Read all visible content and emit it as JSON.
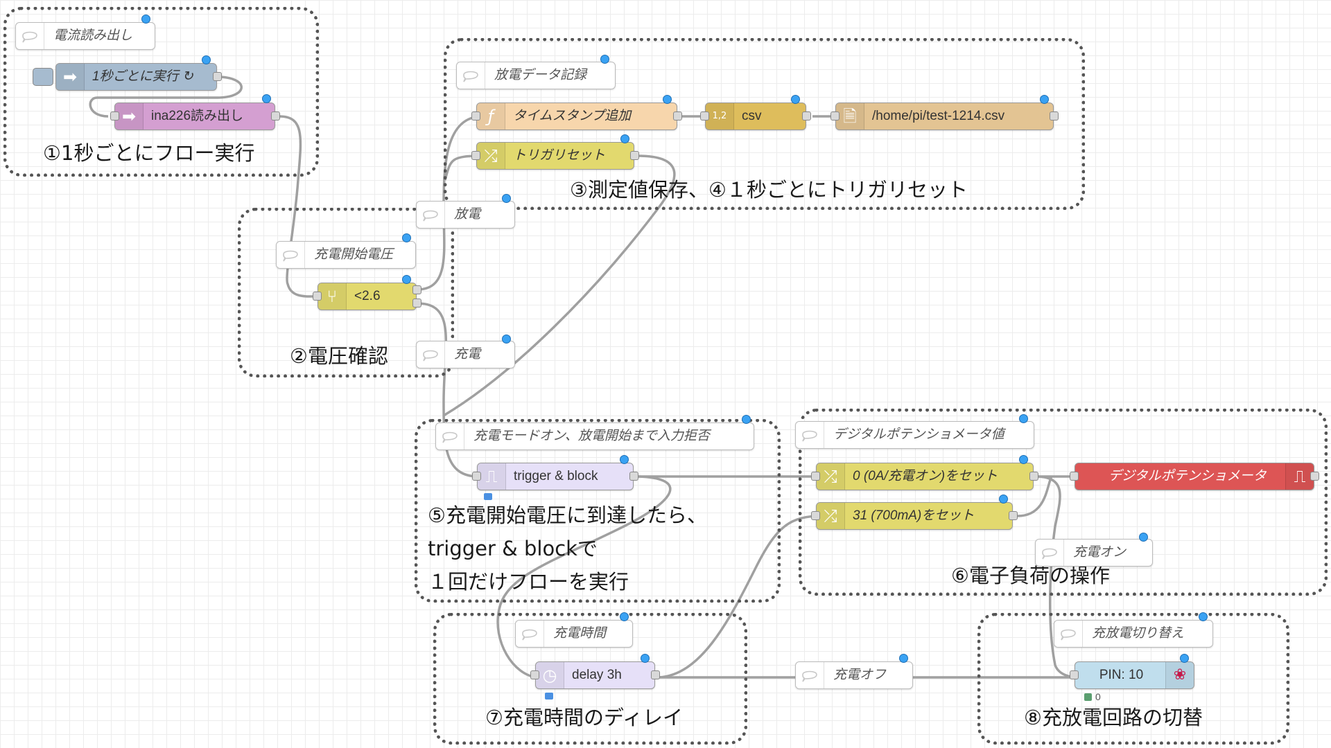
{
  "groups": {
    "g1": "①1秒ごとにフロー実行",
    "g2": "②電圧確認",
    "g3": "③測定値保存、④１秒ごとにトリガリセット",
    "g5_lines": [
      "⑤充電開始電圧に到達したら、",
      "trigger & blockで",
      "１回だけフローを実行"
    ],
    "g6": "⑥電子負荷の操作",
    "g7": "⑦充電時間のディレイ",
    "g8": "⑧充放電回路の切替"
  },
  "nodes": {
    "c_read": "電流読み出し",
    "inject": "1秒ごとに実行 ↻",
    "ina226": "ina226読み出し",
    "c_charge_start_v": "充電開始電圧",
    "switch": "<2.6",
    "c_discharge": "放電",
    "c_charge": "充電",
    "c_discharge_log": "放電データ記録",
    "timestamp": "タイムスタンプ追加",
    "csv": "csv",
    "file": "/home/pi/test-1214.csv",
    "trigger_reset": "トリガリセット",
    "c_mode_on": "充電モードオン、放電開始まで入力拒否",
    "trigger_block": "trigger & block",
    "c_dpot_value": "デジタルポテンショメータ値",
    "set0": "0 (0A/充電オン)をセット",
    "set31": "31 (700mA)をセット",
    "dpot": "デジタルポテンショメータ",
    "c_charge_on": "充電オン",
    "c_charge_time": "充電時間",
    "delay": "delay 3h",
    "c_charge_off": "充電オフ",
    "c_switchover": "充放電切り替え",
    "pin": "PIN: 10",
    "pin_status": "0"
  },
  "colors": {
    "inject": "#a6bbcf",
    "ina226": "#d49fd1",
    "switch": "#e2d96e",
    "function": "#f7d6ac",
    "csv": "#debd5c",
    "file": "#e3c493",
    "change": "#e2d96e",
    "trigger": "#e6e0f8",
    "dpot": "#dd5555",
    "pin": "#c0deed",
    "delay": "#e6e0f8"
  }
}
